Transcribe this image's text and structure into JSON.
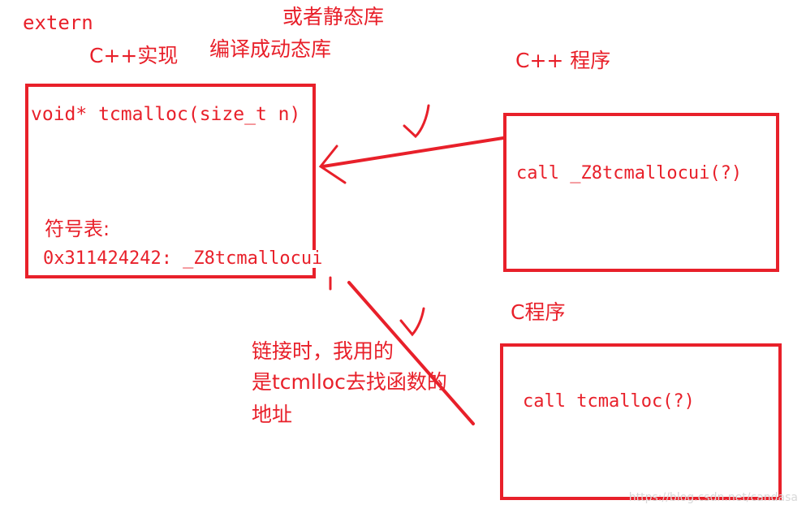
{
  "colors": {
    "ink": "#e8202a",
    "watermark": "#d0d0d0"
  },
  "annotations": {
    "extern": "extern",
    "cpp_impl": "C++实现",
    "or_static_lib": "或者静态库",
    "compile_dynamic_lib": "编译成动态库",
    "cpp_program": "C++ 程序",
    "c_program": "C程序"
  },
  "library_box": {
    "signature": "void* tcmalloc(size_t n)",
    "symbol_table_label": "符号表:",
    "symbol_entry": "0x311424242: _Z8tcmallocui"
  },
  "cpp_box": {
    "call": "call _Z8tcmallocui(?)"
  },
  "c_box": {
    "call": "call tcmalloc(?)"
  },
  "note": {
    "line1": "链接时，我用的",
    "line2": "是tcmlloc去找函数的",
    "line3": "地址"
  },
  "watermark": "https://blog.csdn.net/candasa",
  "marks": {
    "check_top": "check-mark",
    "check_bottom": "check-mark"
  }
}
